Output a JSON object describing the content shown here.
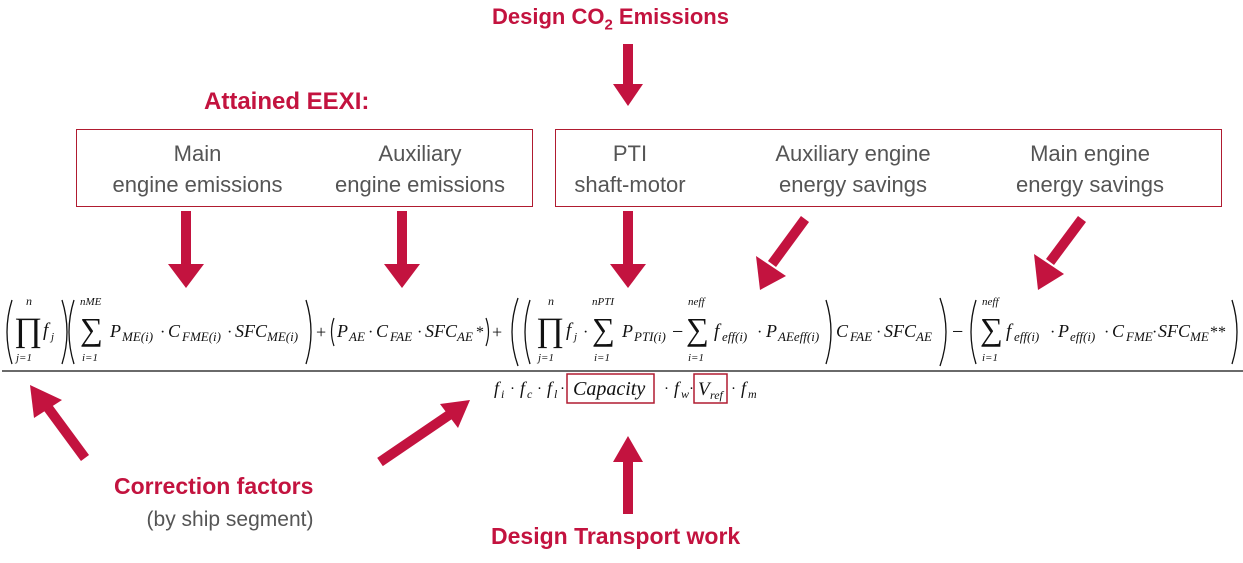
{
  "titles": {
    "design_co2_prefix": "Design CO",
    "design_co2_sub": "2",
    "design_co2_suffix": " Emissions",
    "attained_eexi": "Attained EEXI:",
    "design_transport": "Design Transport work",
    "correction_factors": "Correction factors",
    "by_ship_segment": "(by ship segment)"
  },
  "left_box": {
    "main": [
      "Main",
      "engine emissions"
    ],
    "aux": [
      "Auxiliary",
      "engine emissions"
    ]
  },
  "right_box": {
    "pti": [
      "PTI",
      "shaft-motor"
    ],
    "aux_savings": [
      "Auxiliary engine",
      "energy savings"
    ],
    "main_savings": [
      "Main engine",
      "energy savings"
    ]
  },
  "formula": {
    "numerator": {
      "prod_top": "n",
      "prod_bot": "j=1",
      "f_j": "f",
      "f_j_sub": "j",
      "sum1_top": "nME",
      "sum1_bot": "i=1",
      "P": "P",
      "ME_i": "ME(i)",
      "C": "C",
      "FME_i": "FME(i)",
      "SFC": "SFC",
      "ME_i2": "ME(i)",
      "plus": "+",
      "AE": "AE",
      "FAE": "FAE",
      "AE_star": "AE",
      "star": "*",
      "prod2_top": "n",
      "prod2_bot": "j=1",
      "sum2_top": "nPTI",
      "sum2_bot": "i=1",
      "PTI_i": "PTI(i)",
      "minus": "−",
      "sum3_top": "neff",
      "sum3_bot": "i=1",
      "f_eff": "f",
      "eff_i": "eff(i)",
      "AEeff_i": "AEeff(i)",
      "sum4_top": "neff",
      "sum4_bot": "i=1",
      "eff_i2": "eff(i)",
      "Peff_i": "eff(i)",
      "FME": "FME",
      "ME": "ME",
      "dstar": "**",
      "dot": "·"
    },
    "denominator": {
      "fi": "f",
      "i": "i",
      "fc": "f",
      "c": "c",
      "fl": "f",
      "l": "l",
      "capacity": "Capacity",
      "fw": "f",
      "w": "w",
      "vref": "V",
      "ref": "ref",
      "fm": "f",
      "m": "m"
    }
  },
  "colors": {
    "accent": "#c3133f",
    "box_border": "#b01b30",
    "text_gray": "#555555"
  }
}
